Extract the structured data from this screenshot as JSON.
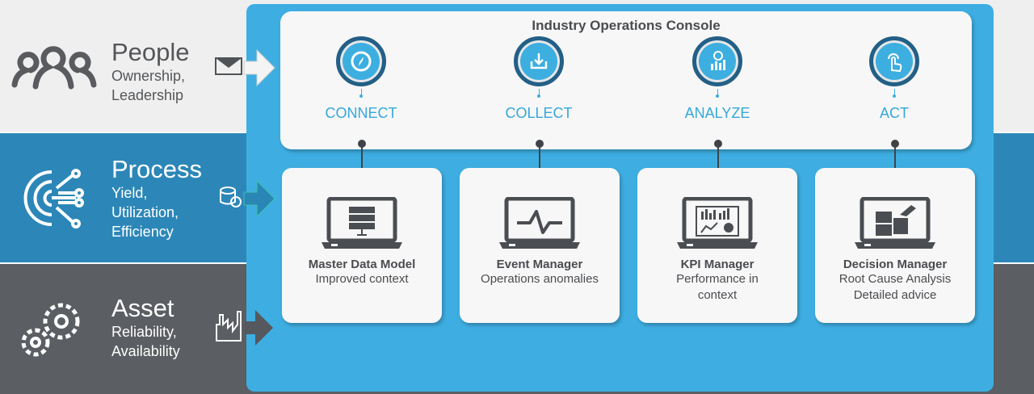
{
  "rows": [
    {
      "title": "People",
      "sub": [
        "Ownership,",
        "Leadership"
      ],
      "icon": "people-icon",
      "input_icon": "envelope-icon"
    },
    {
      "title": "Process",
      "sub": [
        "Yield,",
        "Utilization,",
        "Efficiency"
      ],
      "icon": "gear-circuit-icon",
      "input_icon": "database-check-icon"
    },
    {
      "title": "Asset",
      "sub": [
        "Reliability,",
        "Availability"
      ],
      "icon": "gears-icon",
      "input_icon": "factory-icon"
    }
  ],
  "console": {
    "title": "Industry Operations Console",
    "steps": [
      {
        "label": "CONNECT",
        "icon": "compass-icon"
      },
      {
        "label": "COLLECT",
        "icon": "download-icon"
      },
      {
        "label": "ANALYZE",
        "icon": "analytics-icon"
      },
      {
        "label": "ACT",
        "icon": "touch-icon"
      }
    ]
  },
  "cards": [
    {
      "title": "Master Data Model",
      "sub": [
        "Improved context"
      ],
      "icon": "laptop-server-icon"
    },
    {
      "title": "Event Manager",
      "sub": [
        "Operations anomalies"
      ],
      "icon": "laptop-pulse-icon"
    },
    {
      "title": "KPI Manager",
      "sub": [
        "Performance in",
        "context"
      ],
      "icon": "laptop-dashboard-icon"
    },
    {
      "title": "Decision Manager",
      "sub": [
        "Root Cause Analysis",
        "Detailed advice"
      ],
      "icon": "laptop-puzzle-icon"
    }
  ],
  "colors": {
    "panel": "#3eaee2",
    "process": "#2c87b8",
    "asset": "#5b5e62",
    "people": "#efefef"
  }
}
